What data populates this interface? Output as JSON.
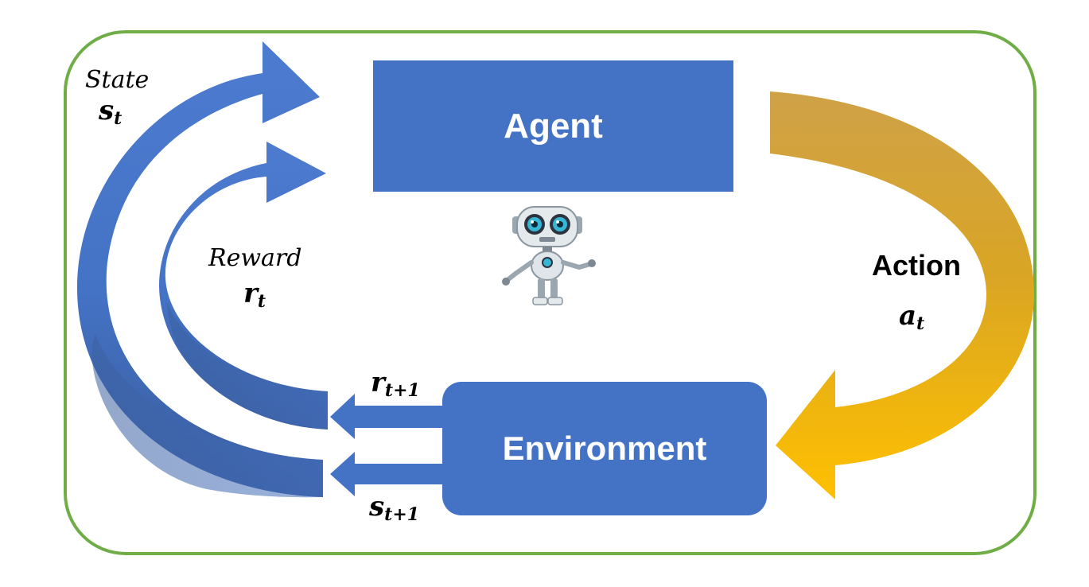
{
  "diagram": {
    "agent_label": "Agent",
    "environment_label": "Environment",
    "state_label": "State",
    "state_symbol": "s",
    "state_sub": "t",
    "reward_label": "Reward",
    "reward_symbol": "r",
    "reward_sub": "t",
    "action_label": "Action",
    "action_symbol": "a",
    "action_sub": "t",
    "next_reward_symbol": "r",
    "next_reward_sub": "t+1",
    "next_state_symbol": "s",
    "next_state_sub": "t+1"
  },
  "colors": {
    "box_fill": "#4472C4",
    "frame_border": "#70AD47",
    "action_arrow_top": "#C9A24A",
    "action_arrow_bottom": "#FFC000",
    "feedback_arrow": "#4472C4"
  },
  "icons": {
    "agent_illustration": "robot-icon"
  }
}
